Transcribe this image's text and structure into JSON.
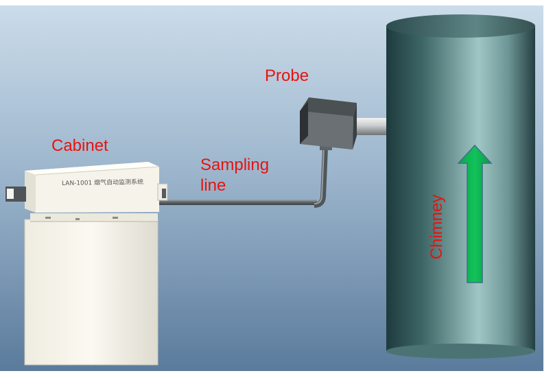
{
  "labels": {
    "probe": "Probe",
    "cabinet": "Cabinet",
    "sampling_line_1": "Sampling",
    "sampling_line_2": "line",
    "chimney": "Chimney"
  },
  "cabinet_panel_text": "LAN-1001 烟气自动监测系统",
  "colors": {
    "label_text": "#e8120f",
    "flow_arrow": "#09b14b",
    "background_top": "#c7dae8",
    "background_bottom": "#5f7e9e",
    "chimney": "#3f6a6a"
  },
  "icons": {
    "flow": "up-arrow-icon"
  }
}
